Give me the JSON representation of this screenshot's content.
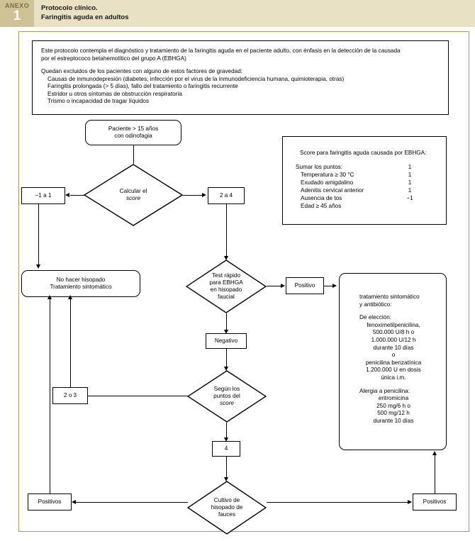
{
  "header": {
    "anexo_word": "ANEXO",
    "anexo_number": "1",
    "title_line1": "Protocolo clínico.",
    "title_line2": "Faringitis aguda en adultos",
    "band_color": "#cfc396",
    "title_bg_color": "#e8e1c4",
    "frame_color": "#b29b52"
  },
  "intro": {
    "paragraph1_line1": "Este protocolo contempla el diagnóstico y tratamiento de la faringitis aguda en el paciente adulto, con énfasis en la detección de la causada",
    "paragraph1_line2": "por el estreptococo betahemolítico del grupo A (EBHGA)",
    "exclusions_title": "Quedan excluidos de los pacientes con alguno de estos factores de gravedad:",
    "exclusions": [
      "Causas de inmunodepresión (diabetes, infección por el virus de la inmunodeficiencia humana, quimioterapia, otras)",
      "Faringitis prolongada (> 5 días), fallo del tratamiento o faringitis recurrente",
      "Estridor u otros síntomas de obstrucción respiratoria",
      "Trismo o incapacidad de tragar líquidos"
    ]
  },
  "score_box": {
    "title": "Score para faringitis aguda causada por EBHGA:",
    "rows": [
      {
        "label": "Sumar los puntos:",
        "value": "1",
        "indent": false
      },
      {
        "label": "Temperatura ≥ 30 °C",
        "value": "1",
        "indent": true
      },
      {
        "label": "Exudado amigdalino",
        "value": "1",
        "indent": true
      },
      {
        "label": "Adenitis cervical anterior",
        "value": "1",
        "indent": true
      },
      {
        "label": "Ausencia de tos",
        "value": "−1",
        "indent": true
      },
      {
        "label": "Edad ≥ 45 años",
        "value": "",
        "indent": true
      }
    ]
  },
  "flow": {
    "start": {
      "line1": "Paciente > 15 años",
      "line2": "con odinofagia"
    },
    "calc_diamond": {
      "line1": "Calcular el",
      "line2": "score"
    },
    "branch_left": "−1 a 1",
    "branch_right": "2 a 4",
    "no_swab": {
      "line1": "No hacer hisopado",
      "line2": "Tratamiento sintomático"
    },
    "rapid_test_diamond": {
      "line1": "Test rápido",
      "line2": "para EBHGA",
      "line3": "en hisopado",
      "line4": "faucial"
    },
    "positive_top": "Positivo",
    "negative": "Negativo",
    "score_points_diamond": {
      "line1": "Según los",
      "line2": "puntos del",
      "line3": "score"
    },
    "two_or_three": "2 o 3",
    "four": "4",
    "culture_diamond": {
      "line1": "Cultivo de",
      "line2": "hisopado de",
      "line3": "fauces"
    },
    "positives_left": "Positivos",
    "positives_right": "Positivos"
  },
  "treatment": {
    "heading_line1": "tratamiento sintomático",
    "heading_line2": "y antibiótico:",
    "choice_title": "De elección:",
    "choice_lines": [
      "fenoximetilpenicilina,",
      "500.000 U/8 h o",
      "1.000.000 U/12 h",
      "durante 10 días"
    ],
    "or": "o",
    "alt_lines": [
      "penicilina benzatínica",
      "1.200.000 U en dosis",
      "única i.m."
    ],
    "allergy_title": "Alergia a penicilina:",
    "allergy_lines": [
      "eritromicina",
      "250 mg/6 h o",
      "500 mg/12 h",
      "durante 10 días"
    ]
  }
}
